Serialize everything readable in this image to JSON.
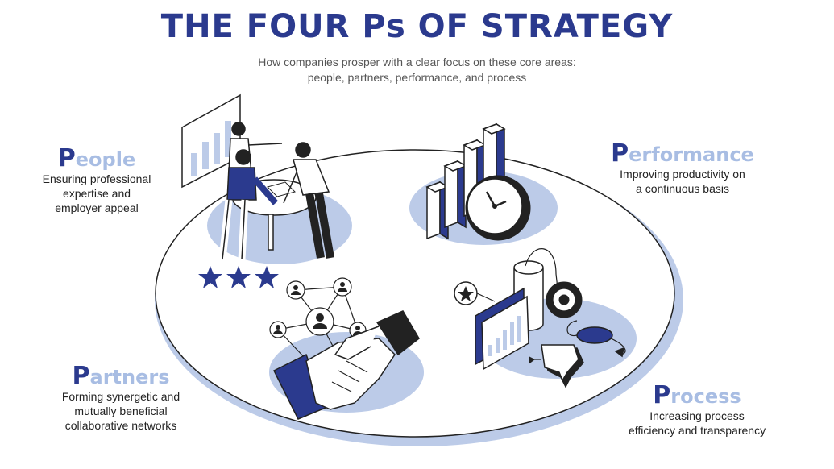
{
  "title": "THE FOUR Ps OF STRATEGY",
  "subtitle": {
    "line1": "How companies prosper with a clear focus on these core areas:",
    "line2": "people, partners, performance, and process"
  },
  "sections": {
    "people": {
      "cap": "P",
      "rest": "eople",
      "lines": [
        "Ensuring professional",
        "expertise and",
        "employer appeal"
      ]
    },
    "performance": {
      "cap": "P",
      "rest": "erformance",
      "lines": [
        "Improving productivity on",
        "a continuous basis"
      ]
    },
    "partners": {
      "cap": "P",
      "rest": "artners",
      "lines": [
        "Forming synergetic and",
        "mutually beneficial",
        "collaborative networks"
      ]
    },
    "process": {
      "cap": "P",
      "rest": "rocess",
      "lines": [
        "Increasing process",
        "efficiency and transparency"
      ]
    }
  },
  "colors": {
    "navy": "#2b3a8e",
    "light_blue": "#bccbe8",
    "heading_light": "#a8bde3"
  },
  "icons": [
    "presentation-board-icon",
    "people-at-table-icon",
    "star-icon",
    "bar-chart-icon",
    "clock-icon",
    "network-icon",
    "handshake-icon",
    "gear-icon",
    "database-icon",
    "chat-bubble-icon",
    "monitor-chart-icon"
  ]
}
